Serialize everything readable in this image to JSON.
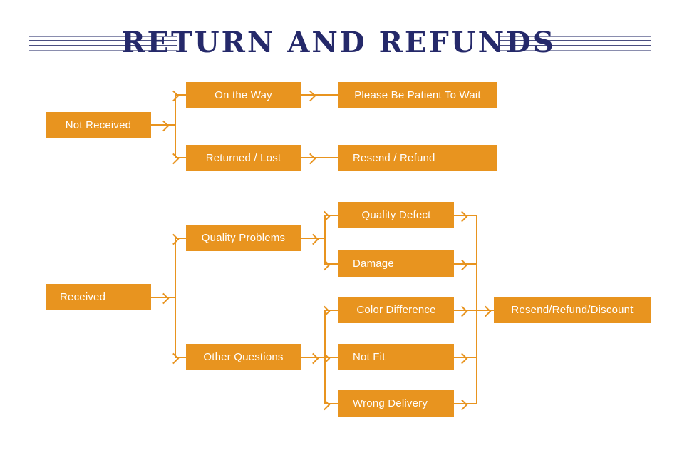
{
  "title": "RETURN  AND  REFUNDS",
  "colors": {
    "node_fill": "#e8941f",
    "node_text": "#ffffff",
    "connector": "#e8941f",
    "title_text": "#25296a",
    "rule": "#2a2f6b",
    "background": "#ffffff"
  },
  "flow": {
    "not_received_branch": {
      "root": "Not Received",
      "children": [
        {
          "label": "On the Way",
          "outcome": "Please Be Patient To Wait"
        },
        {
          "label": "Returned / Lost",
          "outcome": "Resend / Refund"
        }
      ]
    },
    "received_branch": {
      "root": "Received",
      "children": [
        {
          "label": "Quality Problems",
          "items": [
            "Quality Defect",
            "Damage"
          ]
        },
        {
          "label": "Other Questions",
          "items": [
            "Color Difference",
            "Not Fit",
            "Wrong Delivery"
          ]
        }
      ],
      "outcome": "Resend/Refund/Discount"
    }
  }
}
